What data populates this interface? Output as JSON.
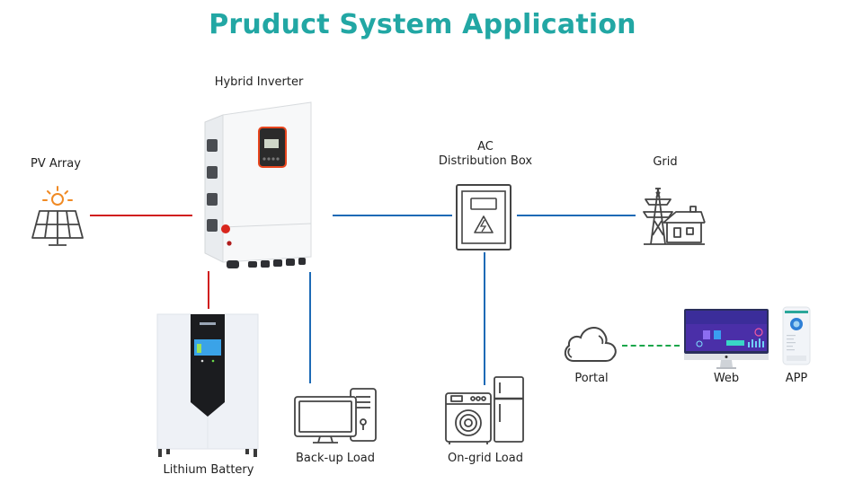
{
  "title": "Pruduct System Application",
  "nodes": {
    "pv_array": {
      "label": "PV Array",
      "icon": "solar-panel-icon"
    },
    "hybrid_inverter": {
      "label": "Hybrid Inverter",
      "icon": "inverter-image"
    },
    "ac_distribution_box": {
      "label_line1": "AC",
      "label_line2": "Distribution Box",
      "icon": "distribution-box-icon"
    },
    "grid": {
      "label": "Grid",
      "icon": "power-tower-house-icon"
    },
    "lithium_battery": {
      "label": "Lithium Battery",
      "icon": "battery-image"
    },
    "backup_load": {
      "label": "Back-up Load",
      "icon": "desktop-computer-icon"
    },
    "ongrid_load": {
      "label": "On-grid Load",
      "icon": "washer-fridge-icon"
    },
    "portal": {
      "label": "Portal",
      "icon": "cloud-icon"
    },
    "web": {
      "label": "Web",
      "icon": "monitor-dashboard-image"
    },
    "app": {
      "label": "APP",
      "icon": "smartphone-app-image"
    }
  },
  "connections": [
    {
      "from": "PV Array",
      "to": "Hybrid Inverter",
      "style": "solid",
      "color": "#d01e1e"
    },
    {
      "from": "Hybrid Inverter",
      "to": "Lithium Battery",
      "style": "solid",
      "color": "#d01e1e"
    },
    {
      "from": "Hybrid Inverter",
      "to": "AC Distribution Box",
      "style": "solid",
      "color": "#1d6ab6"
    },
    {
      "from": "Hybrid Inverter",
      "to": "Back-up Load",
      "style": "solid",
      "color": "#1d6ab6"
    },
    {
      "from": "AC Distribution Box",
      "to": "Grid",
      "style": "solid",
      "color": "#1d6ab6"
    },
    {
      "from": "AC Distribution Box",
      "to": "On-grid Load",
      "style": "solid",
      "color": "#1d6ab6"
    },
    {
      "from": "Portal",
      "to": "Web",
      "style": "dashed",
      "color": "#1aa64a"
    }
  ],
  "colors": {
    "title": "#22a7a4",
    "dc_line": "#d01e1e",
    "ac_line": "#1d6ab6",
    "comm_line": "#1aa64a",
    "sun": "#f08a24",
    "icon_stroke": "#444444",
    "inverter_accent": "#e8461e"
  }
}
